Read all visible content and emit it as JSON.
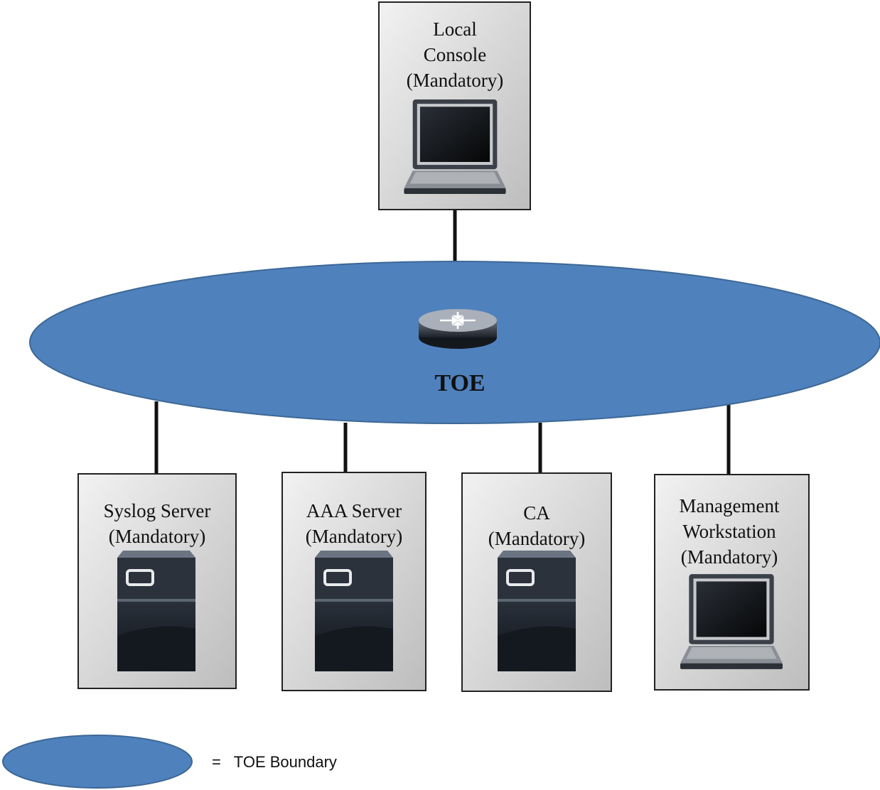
{
  "toe": {
    "label": "TOE",
    "icon": "router-icon",
    "fill": "#4f81bd",
    "stroke": "#3d6896"
  },
  "nodes": [
    {
      "id": "local-console",
      "icon": "laptop-icon",
      "lines": [
        "Local",
        "Console",
        "(Mandatory)"
      ]
    },
    {
      "id": "syslog-server",
      "icon": "server-icon",
      "lines": [
        "Syslog Server",
        "(Mandatory)"
      ]
    },
    {
      "id": "aaa-server",
      "icon": "server-icon",
      "lines": [
        "AAA Server",
        "(Mandatory)"
      ]
    },
    {
      "id": "ca",
      "icon": "server-icon",
      "lines": [
        "CA",
        "(Mandatory)"
      ]
    },
    {
      "id": "management-workstation",
      "icon": "laptop-icon",
      "lines": [
        "Management",
        "Workstation",
        "(Mandatory)"
      ]
    }
  ],
  "legend": {
    "text": "=   TOE Boundary"
  },
  "colors": {
    "box_fill": "#d9d9d9",
    "box_stroke": "#222222",
    "line": "#111111"
  }
}
